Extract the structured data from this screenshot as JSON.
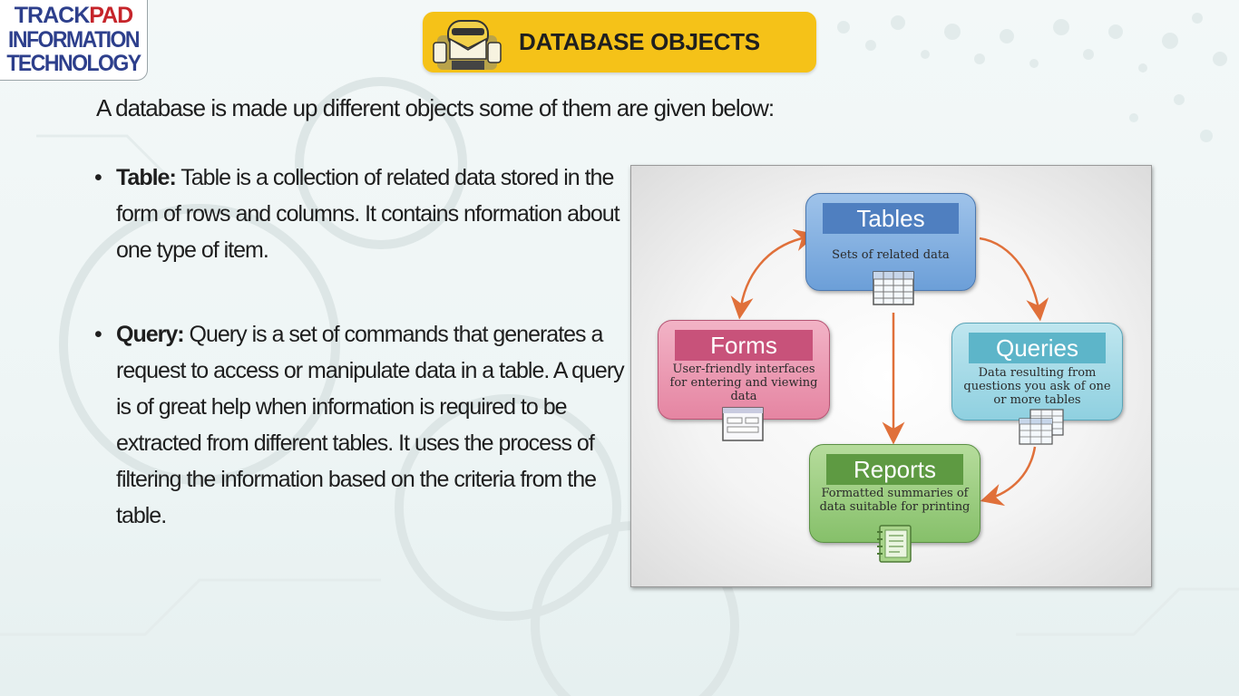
{
  "logo": {
    "line1_a": "TRACK",
    "line1_b": "PAD",
    "line2": "INFORMATION",
    "line3": "TECHNOLOGY"
  },
  "title": "DATABASE OBJECTS",
  "intro": "A database is made up different objects some of them are given below:",
  "bullets": [
    {
      "term": "Table:",
      "text": "Table is a collection of related data stored in the form of rows and columns. It contains nformation about one type of item."
    },
    {
      "term": "Query:",
      "text": "Query is a set of commands that generates a request to access or manipulate data in a table. A query is of great help when information is required to be extracted from different tables. It uses the process of filtering the information based on the criteria from the table."
    }
  ],
  "diagram": {
    "tables": {
      "title": "Tables",
      "desc": "Sets of related data"
    },
    "forms": {
      "title": "Forms",
      "desc": "User-friendly interfaces for entering and viewing data"
    },
    "queries": {
      "title": "Queries",
      "desc": "Data resulting from questions you ask of one or more tables"
    },
    "reports": {
      "title": "Reports",
      "desc": "Formatted summaries of data suitable for printing"
    }
  },
  "colors": {
    "banner": "#f5c218",
    "arrow": "#e0703a",
    "tables": "#4f7fc0",
    "forms": "#c8527a",
    "queries": "#5db5c9",
    "reports": "#5e9a42"
  },
  "icons": {
    "title": "robot-mascot-icon",
    "tables": "table-grid-icon",
    "forms": "form-icon",
    "queries": "stacked-tables-icon",
    "reports": "notebook-icon"
  }
}
